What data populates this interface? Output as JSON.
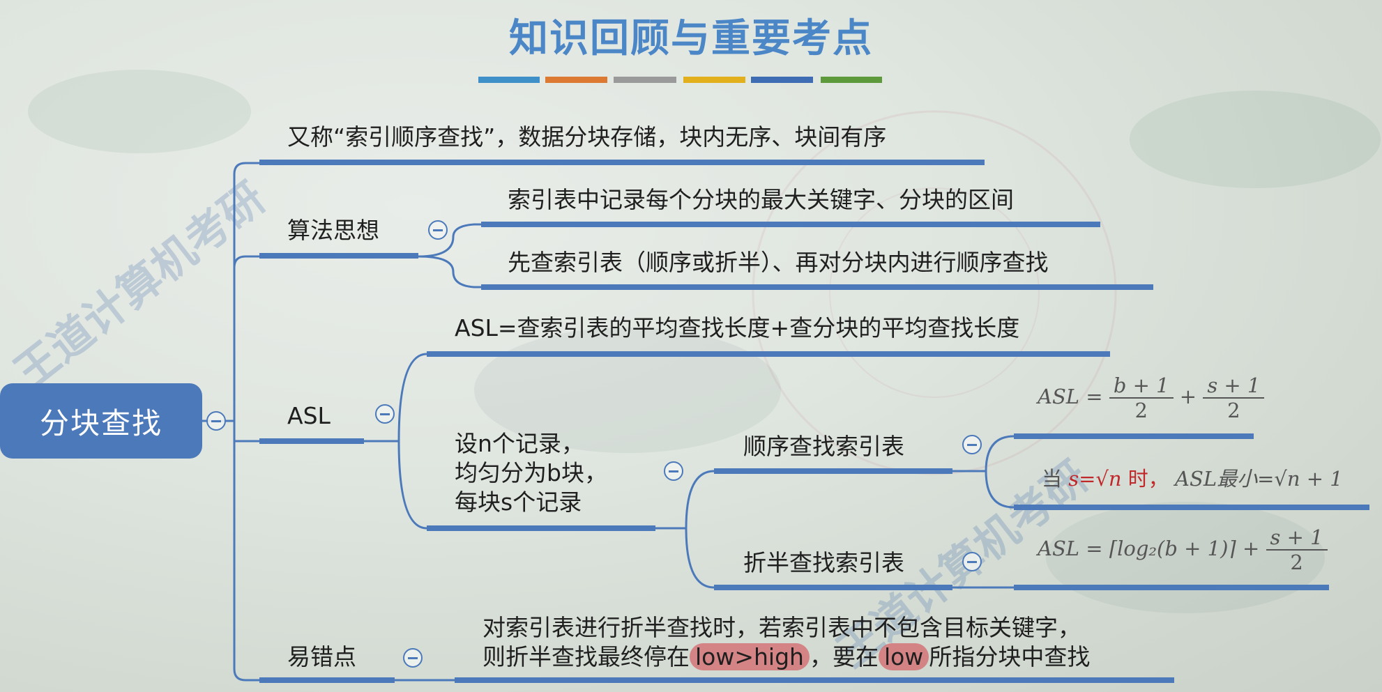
{
  "title": "知识回顾与重要考点",
  "colors": {
    "accent": "#4b79b9",
    "title": "#4b86c6",
    "bars": [
      "#3f8fc9",
      "#dc7a34",
      "#9a9a9a",
      "#e1b01c",
      "#3e6db3",
      "#5c9a3c"
    ]
  },
  "root": {
    "label": "分块查找"
  },
  "nodes": {
    "intro": "又称“索引顺序查找”，数据分块存储，块内无序、块间有序",
    "algo": {
      "label": "算法思想",
      "child1": "索引表中记录每个分块的最大关键字、分块的区间",
      "child2": "先查索引表（顺序或折半）、再对分块内进行顺序查找"
    },
    "asl": {
      "label": "ASL",
      "definition": "ASL=查索引表的平均查找长度+查分块的平均查找长度",
      "setup": {
        "line1": "设n个记录，",
        "line2": "均匀分为b块，",
        "line3": "每块s个记录"
      },
      "seq": {
        "label": "顺序查找索引表",
        "formula": {
          "lhs": "ASL =",
          "num1": "b + 1",
          "den1": "2",
          "plus": "+",
          "num2": "s + 1",
          "den2": "2"
        },
        "special": {
          "pre": "当",
          "cond": "s=√n",
          "mid": "时，",
          "result": "ASL最小=√n + 1"
        }
      },
      "bin": {
        "label": "折半查找索引表",
        "formula": {
          "lhs": "ASL =",
          "ceil": "⌈log₂(b + 1)⌉",
          "plus": "+",
          "num": "s + 1",
          "den": "2"
        }
      }
    },
    "pitfall": {
      "label": "易错点",
      "line1": "对索引表进行折半查找时，若索引表中不包含目标关键字，",
      "line2_a": "则折半查找最终停在",
      "line2_hl1": "low>high",
      "line2_b": "，要在",
      "line2_hl2": "low",
      "line2_c": "所指分块中查找"
    }
  },
  "watermark": "王道计算机考研"
}
